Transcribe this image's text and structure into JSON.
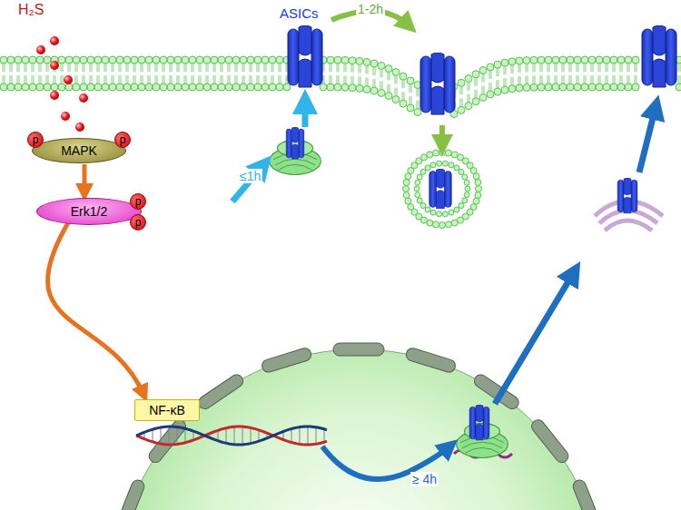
{
  "diagram": {
    "nodes": [
      {
        "text": [
          "MAPK"
        ]
      },
      {
        "text": [
          "p"
        ],
        "in": 0
      },
      {
        "text": [
          "p"
        ],
        "in": 0
      },
      {
        "text": [
          "Erk1/2"
        ]
      },
      {
        "text": [
          "p"
        ],
        "in": 3
      },
      {
        "text": [
          "p"
        ],
        "in": 3
      },
      {
        "text": [
          "NF-κB"
        ]
      }
    ],
    "edges": [
      {
        "from": 0,
        "to": 3,
        "arrow": "to"
      },
      {
        "from": 3,
        "to": 6,
        "arrow": "to"
      }
    ],
    "labels": [
      "H₂S",
      "ASICs",
      "≤1h",
      "1-2h",
      "≥ 4h"
    ]
  }
}
